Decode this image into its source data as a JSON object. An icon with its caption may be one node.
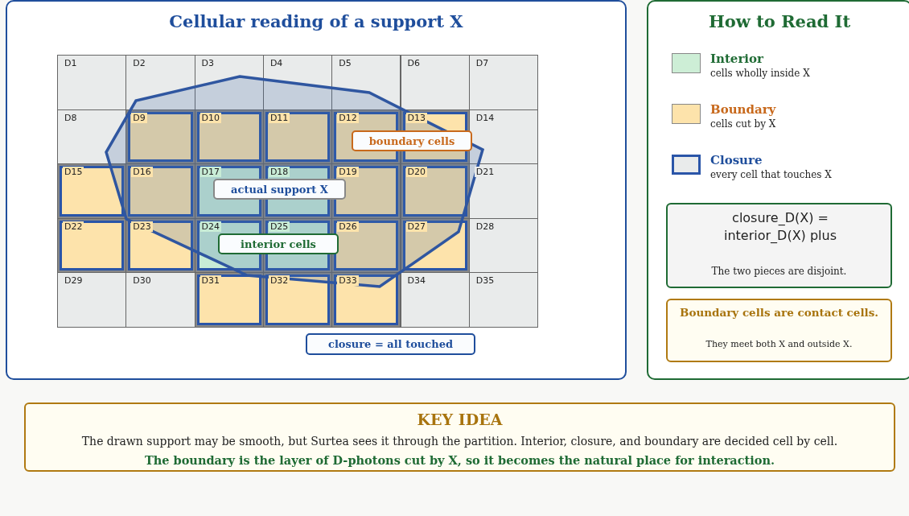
{
  "diagram": {
    "nodes": [
      {
        "text": [
          "Cellular reading of a support X"
        ]
      },
      {
        "text": [
          "D1"
        ],
        "in": 0
      },
      {
        "text": [
          "D2"
        ],
        "in": 0
      },
      {
        "text": [
          "D3"
        ],
        "in": 0
      },
      {
        "text": [
          "D4"
        ],
        "in": 0
      },
      {
        "text": [
          "D5"
        ],
        "in": 0
      },
      {
        "text": [
          "D6"
        ],
        "in": 0
      },
      {
        "text": [
          "D7"
        ],
        "in": 0
      },
      {
        "text": [
          "D8"
        ],
        "in": 0
      },
      {
        "text": [
          "D9"
        ],
        "in": 0
      },
      {
        "text": [
          "D10"
        ],
        "in": 0
      },
      {
        "text": [
          "D11"
        ],
        "in": 0
      },
      {
        "text": [
          "D12"
        ],
        "in": 0
      },
      {
        "text": [
          "D13"
        ],
        "in": 0
      },
      {
        "text": [
          "D14"
        ],
        "in": 0
      },
      {
        "text": [
          "D15"
        ],
        "in": 0
      },
      {
        "text": [
          "D16"
        ],
        "in": 0
      },
      {
        "text": [
          "D17"
        ],
        "in": 0
      },
      {
        "text": [
          "D18"
        ],
        "in": 0
      },
      {
        "text": [
          "D19"
        ],
        "in": 0
      },
      {
        "text": [
          "D20"
        ],
        "in": 0
      },
      {
        "text": [
          "D21"
        ],
        "in": 0
      },
      {
        "text": [
          "D22"
        ],
        "in": 0
      },
      {
        "text": [
          "D23"
        ],
        "in": 0
      },
      {
        "text": [
          "D24"
        ],
        "in": 0
      },
      {
        "text": [
          "D25"
        ],
        "in": 0
      },
      {
        "text": [
          "D26"
        ],
        "in": 0
      },
      {
        "text": [
          "D27"
        ],
        "in": 0
      },
      {
        "text": [
          "D28"
        ],
        "in": 0
      },
      {
        "text": [
          "D29"
        ],
        "in": 0
      },
      {
        "text": [
          "D30"
        ],
        "in": 0
      },
      {
        "text": [
          "D31"
        ],
        "in": 0
      },
      {
        "text": [
          "D32"
        ],
        "in": 0
      },
      {
        "text": [
          "D33"
        ],
        "in": 0
      },
      {
        "text": [
          "D34"
        ],
        "in": 0
      },
      {
        "text": [
          "D35"
        ],
        "in": 0
      },
      {
        "text": [
          "boundary cells"
        ],
        "in": 0
      },
      {
        "text": [
          "actual support X"
        ],
        "in": 0
      },
      {
        "text": [
          "interior cells"
        ],
        "in": 0
      },
      {
        "text": [
          "closure = all touched"
        ],
        "in": 0
      },
      {
        "text": [
          "How to Read It"
        ]
      },
      {
        "text": [
          "closure_D(X) = interior_D(X) plus",
          "The two pieces are disjoint."
        ],
        "in": 40
      },
      {
        "text": [
          "Boundary cells are contact cells.",
          "They meet both X and outside X."
        ],
        "in": 40
      },
      {
        "text": [
          "KEY IDEA",
          "The drawn support may be smooth, but Surtea sees it through the partition. Interior, closure, and boundary are decided cell by cell.",
          "The boundary is the layer of D-photons cut by X, so it becomes the natural place for interaction."
        ]
      }
    ],
    "edges": [],
    "labels": [
      "cells wholly inside X",
      "cells cut by X",
      "every cell that touches X"
    ],
    "legend": [
      {
        "text": "Interior",
        "color": "#cdeed6"
      },
      {
        "text": "Boundary",
        "color": "#fde3ab"
      },
      {
        "text": "Closure"
      }
    ]
  }
}
